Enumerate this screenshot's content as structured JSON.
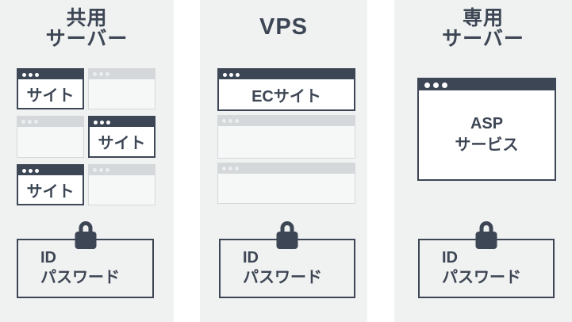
{
  "diagram": {
    "type": "hosting-comparison",
    "colors": {
      "accent_navy": "#3d4654",
      "panel_background": "#f0f1f1",
      "inactive_window_bar": "#d5d8db",
      "inactive_window_body": "#f6f7f7",
      "white": "#ffffff"
    },
    "icons": {
      "window_dots": "window-control-dots",
      "lock": "padlock-icon"
    },
    "columns": [
      {
        "title_lines": [
          "共用",
          "サーバー"
        ],
        "windows": [
          {
            "state": "active",
            "label": "サイト"
          },
          {
            "state": "inactive",
            "label": ""
          },
          {
            "state": "inactive",
            "label": ""
          },
          {
            "state": "active",
            "label": "サイト"
          },
          {
            "state": "active",
            "label": "サイト"
          },
          {
            "state": "inactive",
            "label": ""
          }
        ],
        "credential": {
          "line1": "ID",
          "line2": "パスワード"
        }
      },
      {
        "title_lines": [
          "VPS"
        ],
        "windows": [
          {
            "state": "active",
            "label": "ECサイト"
          },
          {
            "state": "inactive",
            "label": ""
          },
          {
            "state": "inactive",
            "label": ""
          }
        ],
        "credential": {
          "line1": "ID",
          "line2": "パスワード"
        }
      },
      {
        "title_lines": [
          "専用",
          "サーバー"
        ],
        "windows": [
          {
            "state": "active",
            "label_lines": [
              "ASP",
              "サービス"
            ]
          }
        ],
        "credential": {
          "line1": "ID",
          "line2": "パスワード"
        }
      }
    ]
  }
}
